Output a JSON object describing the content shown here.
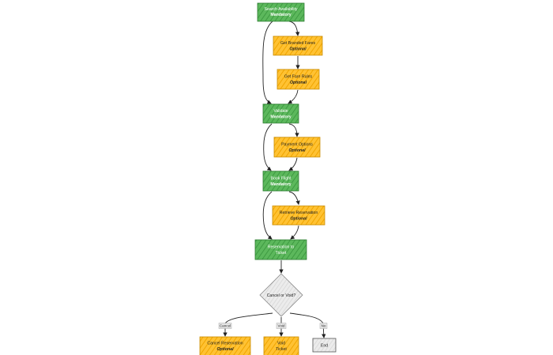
{
  "colors": {
    "mandatory": "#4caf50",
    "mandatory_stroke": "#2e7d32",
    "optional": "#ffb822",
    "optional_stroke": "#d08a00",
    "end": "#e8e8e8"
  },
  "nodes": {
    "search_availability": {
      "title": "Search Availability",
      "subtitle": "Mandatory"
    },
    "get_branded_fares": {
      "title": "Get Branded Fares",
      "subtitle": "Optional"
    },
    "get_fare_rules": {
      "title": "Get Fare Rules",
      "subtitle": "Optional"
    },
    "validate": {
      "title": "Validate",
      "subtitle": "Mandatory"
    },
    "payment_options": {
      "title": "Payment Options",
      "subtitle": "Optional"
    },
    "book_flight": {
      "title": "Book Flight",
      "subtitle": "Mandatory"
    },
    "retrieve_reservation": {
      "title": "Retrieve Reservation",
      "subtitle": "Optional"
    },
    "reservation_to_ticket": {
      "title": "Reservation to",
      "subtitle": "Ticket"
    },
    "cancel_or_void": {
      "title": "Cancel or Void?"
    },
    "cancel_reservation": {
      "title": "Cancel Reservation",
      "subtitle": "Optional"
    },
    "void_ticket": {
      "title": "Void",
      "subtitle": "Ticket"
    },
    "end": {
      "title": "End"
    }
  },
  "edge_labels": {
    "cancel": "Cancel",
    "void": "Void",
    "no": "No"
  }
}
